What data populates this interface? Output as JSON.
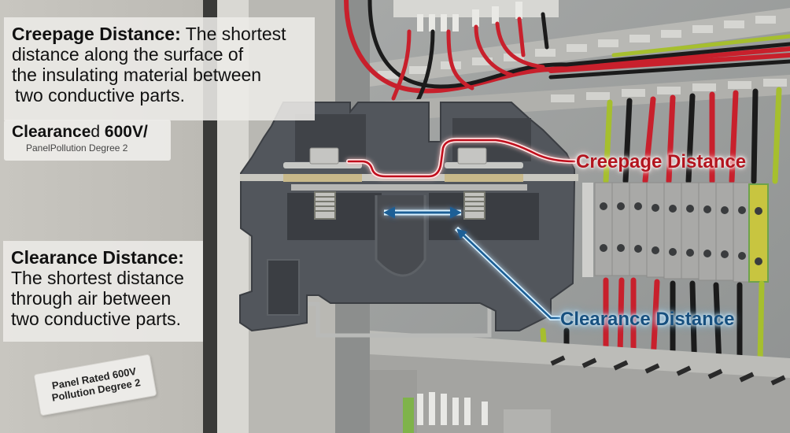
{
  "image": {
    "subject": "Terminal block cross-section in electrical control panel illustrating creepage and clearance distances"
  },
  "creepage_definition": {
    "term": "Creepage Distance:",
    "line1_rest": " The shortest",
    "line2": "distance along the surface of",
    "line3": "the insulating material between",
    "line4": "two conductive parts."
  },
  "stray_label": {
    "line1_bold": "Clearance",
    "line1_mid": "d",
    "line1_end": " 600V/",
    "line2": "PanelPollution Degree 2"
  },
  "clearance_definition": {
    "term": "Clearance Distance:",
    "line2": "The shortest distance",
    "line3": "through air between",
    "line4": "two conductive parts."
  },
  "panel_sticker": {
    "line1": "Panel Rated 600V",
    "line2": "Pollution Degree 2"
  },
  "callouts": {
    "creepage": {
      "label": "Creepage Distance",
      "color": "#b3141e"
    },
    "clearance": {
      "label": "Clearance Distance",
      "color": "#17507f"
    }
  },
  "colors": {
    "panel_background": "#c9c7c1",
    "terminal_block": "#52565c",
    "creepage_path": "#c0101a",
    "clearance_arrow": "#1a5e96",
    "wire_red": "#c8202c",
    "wire_black": "#1b1b1b",
    "wire_green_yellow": "#b7c232"
  }
}
